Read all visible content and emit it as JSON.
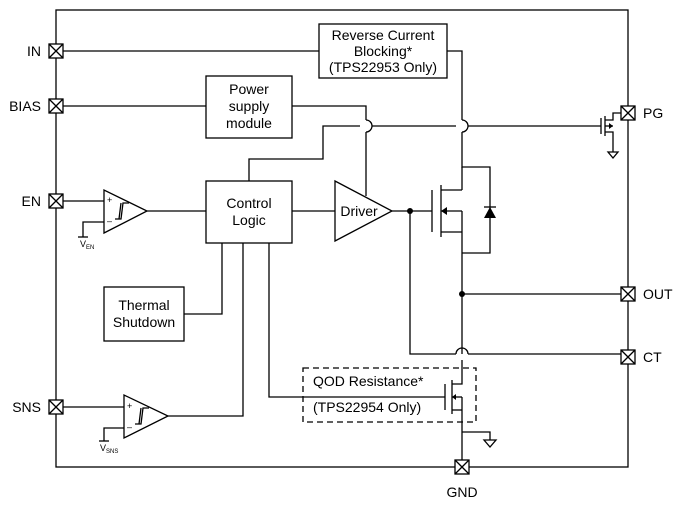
{
  "pins": {
    "in": "IN",
    "bias": "BIAS",
    "en": "EN",
    "sns": "SNS",
    "pg": "PG",
    "out": "OUT",
    "ct": "CT",
    "gnd": "GND"
  },
  "blocks": {
    "reverse_current": [
      "Reverse Current",
      "Blocking*",
      "(TPS22953 Only)"
    ],
    "power_supply": [
      "Power",
      "supply",
      "module"
    ],
    "control_logic": [
      "Control",
      "Logic"
    ],
    "driver": "Driver",
    "thermal_shutdown": [
      "Thermal",
      "Shutdown"
    ],
    "qod_resistance": [
      "QOD Resistance*",
      "(TPS22954 Only)"
    ]
  },
  "comparators": {
    "en_ref": {
      "main": "V",
      "sub": "EN"
    },
    "sns_ref": {
      "main": "V",
      "sub": "SNS"
    },
    "plus": "+",
    "minus": "–"
  }
}
